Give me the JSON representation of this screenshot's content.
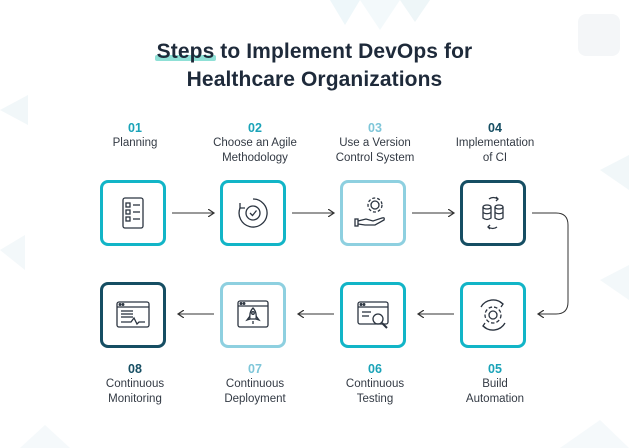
{
  "title": {
    "highlight": "Steps",
    "rest_line1": "to Implement DevOps for",
    "line2": "Healthcare Organizations"
  },
  "colors": {
    "dark": "#164e63",
    "teal": "#12b5c7",
    "light": "#8ed0e0",
    "number_teal": "#1aa3b8",
    "number_light": "#7ec6d9",
    "number_dark": "#164e63"
  },
  "steps": [
    {
      "number": "01",
      "label_line1": "Planning",
      "label_line2": "",
      "icon": "checklist-icon"
    },
    {
      "number": "02",
      "label_line1": "Choose an Agile",
      "label_line2": "Methodology",
      "icon": "agile-cycle-icon"
    },
    {
      "number": "03",
      "label_line1": "Use a Version",
      "label_line2": "Control System",
      "icon": "hand-gear-icon"
    },
    {
      "number": "04",
      "label_line1": "Implementation",
      "label_line2": "of CI",
      "icon": "database-sync-icon"
    },
    {
      "number": "05",
      "label_line1": "Build",
      "label_line2": "Automation",
      "icon": "gear-cycle-icon"
    },
    {
      "number": "06",
      "label_line1": "Continuous",
      "label_line2": "Testing",
      "icon": "browser-search-icon"
    },
    {
      "number": "07",
      "label_line1": "Continuous",
      "label_line2": "Deployment",
      "icon": "rocket-browser-icon"
    },
    {
      "number": "08",
      "label_line1": "Continuous",
      "label_line2": "Monitoring",
      "icon": "monitor-pulse-icon"
    }
  ]
}
